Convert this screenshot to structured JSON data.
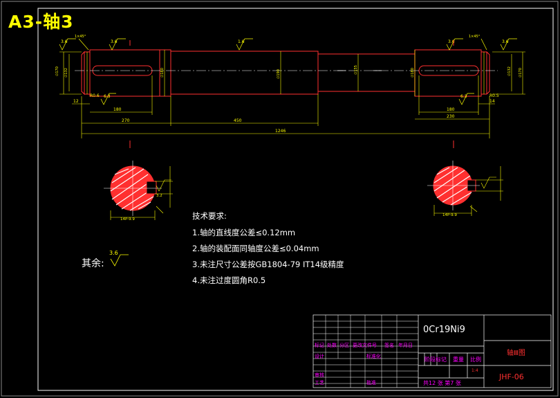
{
  "title": "A3-轴3",
  "roughness_main": "3.6",
  "rest_note": {
    "label": "其余:",
    "roughness": "3.6"
  },
  "tech_requirements": {
    "heading": "技术要求:",
    "items": [
      "1.轴的直线度公差≤0.12mm",
      "2.轴的装配面同轴度公差≤0.04mm",
      "3.未注尺寸公差按GB1804-79 IT14级精度",
      "4.未注过度圆角R0.5"
    ]
  },
  "title_block": {
    "material": "0Cr19Ni9",
    "drawing_name": "轴Ⅲ图",
    "drawing_no": "JHF-06",
    "scale_value": "1:4",
    "row_labels": [
      "标记",
      "处数",
      "分区",
      "更改文件号",
      "签名",
      "年月日"
    ],
    "designer": "设计",
    "standardization": "标准化",
    "checker": "审核",
    "process": "工艺",
    "approved": "批准",
    "stage_mark": "阶段标记",
    "weight": "重量",
    "scale": "比例",
    "sheets": "共12 张 第7 张"
  },
  "dimensions": {
    "overall_length": "1246",
    "len_270": "270",
    "len_450": "450",
    "len_180_left": "180",
    "len_180_right": "180",
    "len_230": "230",
    "chamfer_left": "1×45°",
    "chamfer_right": "1×45°",
    "r_left": "R0.6",
    "r_right": "R0.5",
    "left_12": "12",
    "right_14": "14",
    "section_left": "14P-9.9",
    "section_right": "14P-9.9",
    "section_ra": "3.2"
  },
  "colors": {
    "background": "#000000",
    "outline": "#ffffff",
    "dimension": "#ffff00",
    "shaft": "#ff3030",
    "title": "#ffff00",
    "blockline": "#ffffff",
    "blocktext": "#ff00ff"
  }
}
